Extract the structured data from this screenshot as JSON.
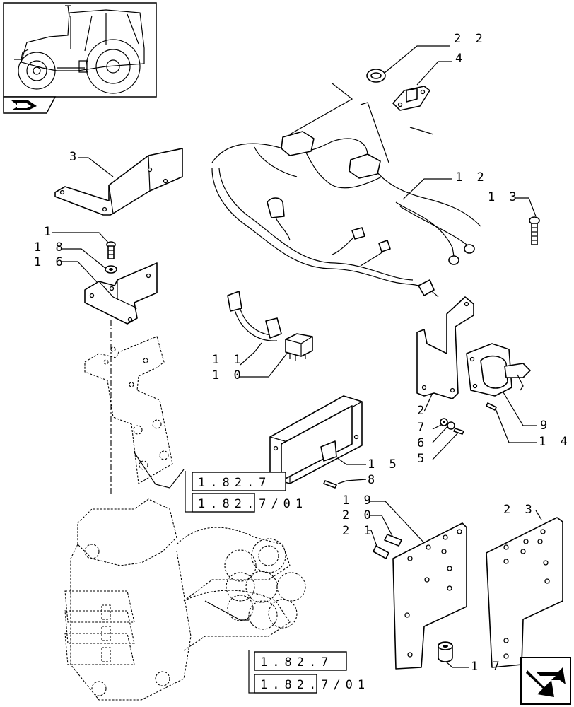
{
  "callouts": [
    {
      "id": "c22",
      "text": "2 2"
    },
    {
      "id": "c4",
      "text": "4"
    },
    {
      "id": "c3",
      "text": "3"
    },
    {
      "id": "c12",
      "text": "1 2"
    },
    {
      "id": "c13",
      "text": "1 3"
    },
    {
      "id": "c1",
      "text": "1"
    },
    {
      "id": "c18",
      "text": "1 8"
    },
    {
      "id": "c16",
      "text": "1 6"
    },
    {
      "id": "c11",
      "text": "1 1"
    },
    {
      "id": "c10",
      "text": "1 0"
    },
    {
      "id": "c2",
      "text": "2"
    },
    {
      "id": "c7",
      "text": "7"
    },
    {
      "id": "c6",
      "text": "6"
    },
    {
      "id": "c5",
      "text": "5"
    },
    {
      "id": "c9",
      "text": "9"
    },
    {
      "id": "c14",
      "text": "1 4"
    },
    {
      "id": "c15",
      "text": "1 5"
    },
    {
      "id": "c8",
      "text": "8"
    },
    {
      "id": "c19",
      "text": "1 9"
    },
    {
      "id": "c20",
      "text": "2 0"
    },
    {
      "id": "c21",
      "text": "2 1"
    },
    {
      "id": "c23",
      "text": "2 3"
    },
    {
      "id": "c17",
      "text": "1 7"
    }
  ],
  "references": {
    "upper": [
      "1.82.7",
      "1.82.7/01"
    ],
    "lower": [
      "1.82.7",
      "1.82.7/01"
    ]
  },
  "icons": {
    "thumbnail": "tractor-thumbnail-icon",
    "section": "section-book-icon",
    "navigation": "next-page-arrow-icon"
  }
}
